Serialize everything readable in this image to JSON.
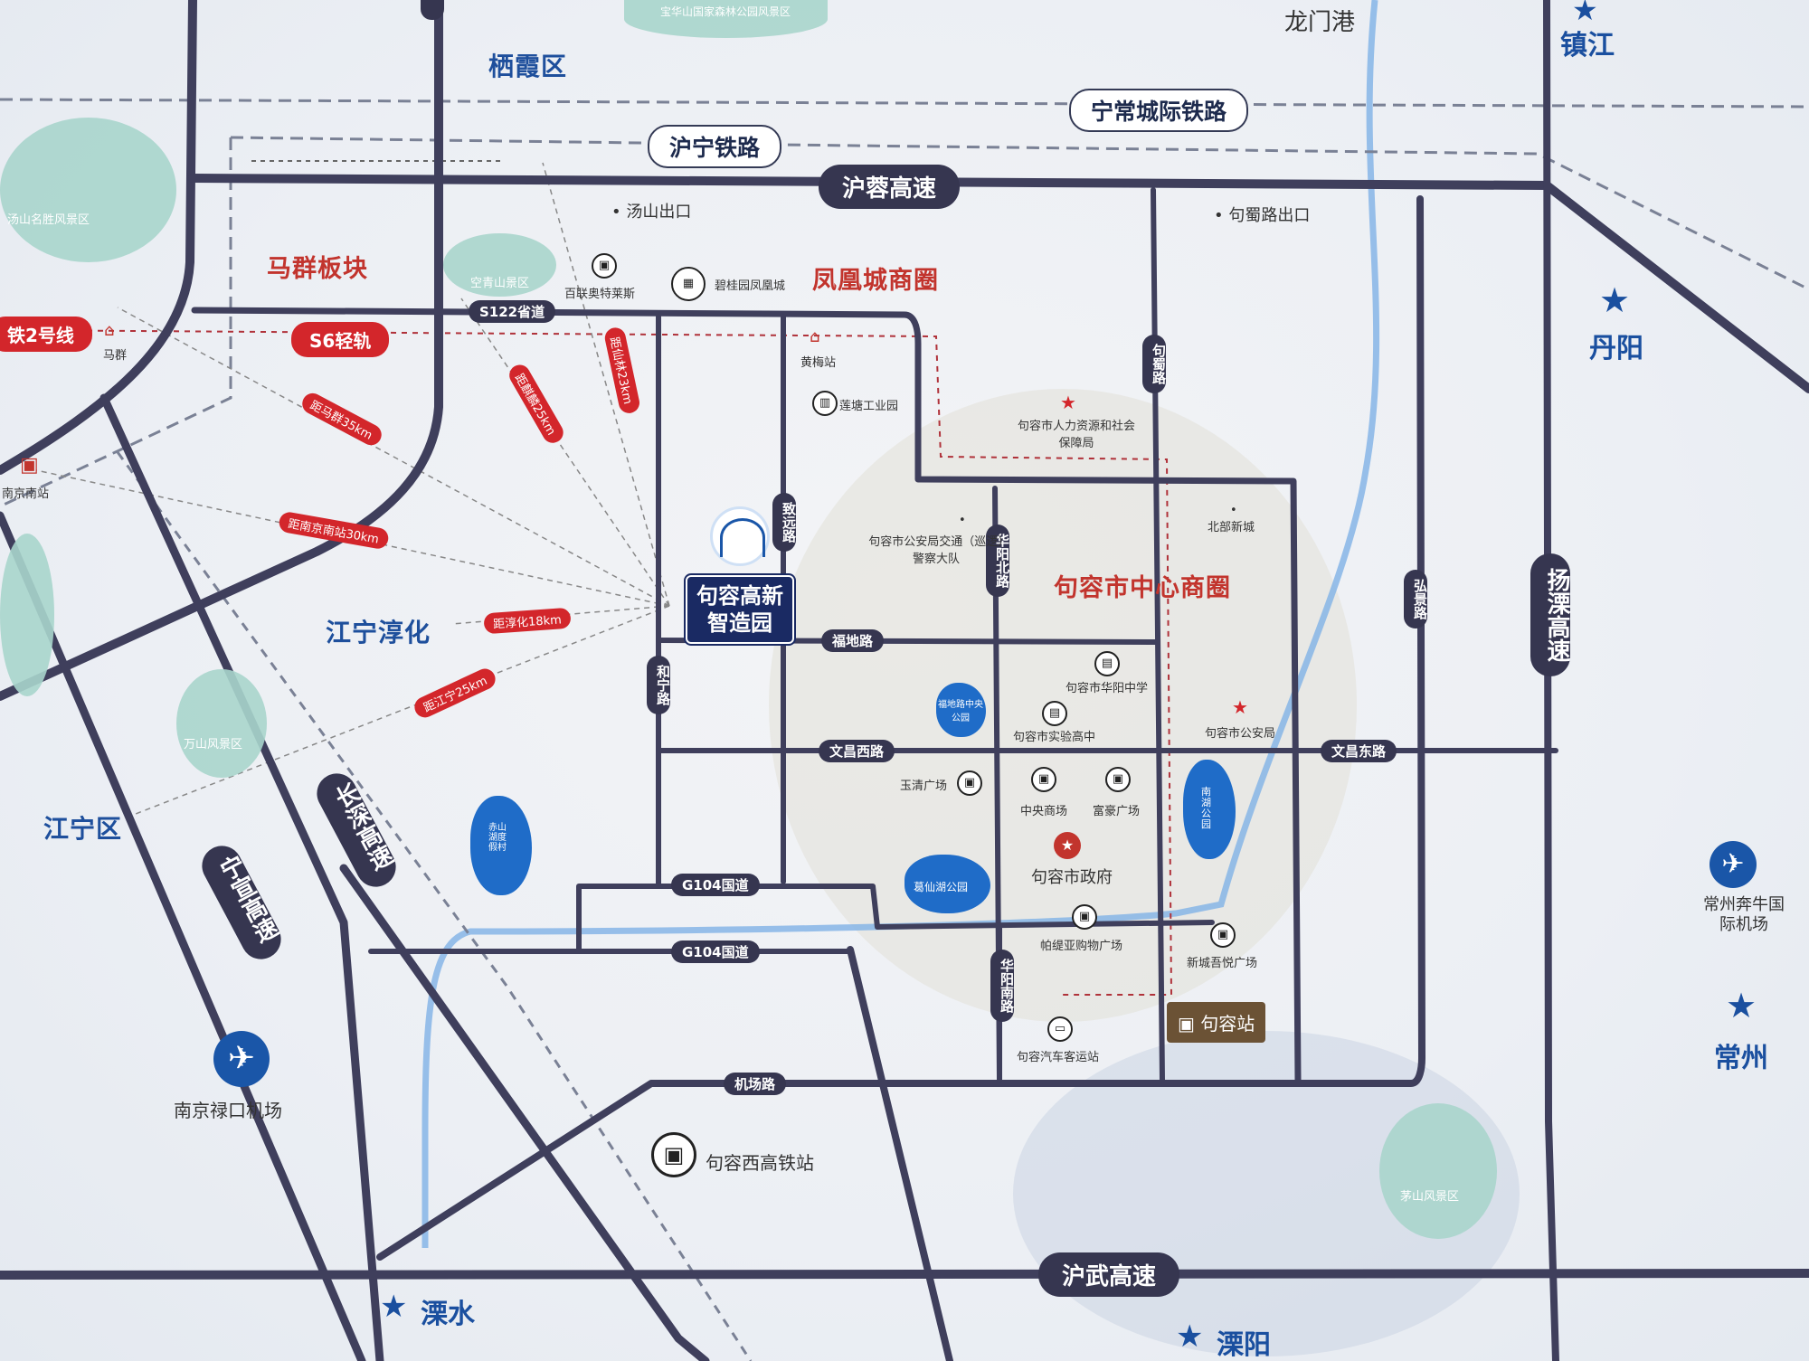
{
  "districts": {
    "qixia": "栖霞区",
    "longmengang": "龙门港",
    "zhenjiang": "镇江",
    "danyang": "丹阳",
    "jiangning_chunhua": "江宁淳化",
    "jiangning": "江宁区",
    "lishui": "溧水",
    "liyang": "溧阳",
    "changzhou": "常州"
  },
  "zones": {
    "maqun": "马群板块",
    "fenghuang": "凤凰城商圈",
    "center": "句容市中心商圈"
  },
  "railways": {
    "ningchang": "宁常城际铁路",
    "huning": "沪宁铁路"
  },
  "expressways": {
    "hurong": "沪蓉高速",
    "huwu": "沪武高速",
    "changshen": "长深高速",
    "ningxuan": "宁宣高速",
    "yangli": "扬溧高速"
  },
  "roads": {
    "s122": "S122省道",
    "g104a": "G104国道",
    "g104b": "G104国道",
    "fudi": "福地路",
    "wenchangxi": "文昌西路",
    "wenchangdong": "文昌东路",
    "jichang": "机场路",
    "zhiyuan": "致远路",
    "huayangbei": "华阳北路",
    "huayangnan": "华阳南路",
    "hening": "和宁路",
    "jushu": "句蜀路",
    "hongjing": "弘景路"
  },
  "metro": {
    "line2": "铁2号线",
    "s6": "S6轻轨"
  },
  "distances": {
    "d1": "距马群35km",
    "d2": "距南京南站30km",
    "d3": "距淳化18km",
    "d4": "距江宁25km",
    "d5": "距麒麟25km",
    "d6": "距仙林23km"
  },
  "hub": {
    "line1": "句容高新",
    "line2": "智造园"
  },
  "pois": {
    "tangshan_exit": "汤山出口",
    "jushu_exit": "句蜀路出口",
    "bailian": "百联奥特莱斯",
    "biguiyuan": "碧桂园凤凰城",
    "huangmei": "黄梅站",
    "lianjie": "莲塘工业园",
    "maqun": "马群",
    "nanjing_south": "南京南站",
    "hr_bureau": "句容市人力资源和社会保障局",
    "police_traffic": "句容市公安局交通（巡逻）警察大队",
    "beibu": "北部新城",
    "huayang_school": "句容市华阳中学",
    "shiyan_school": "句容市实验高中",
    "police": "句容市公安局",
    "yuqing": "玉清广场",
    "zhongyang": "中央商场",
    "fuhao": "富豪广场",
    "government": "句容市政府",
    "bolidiya": "帕缇亚购物广场",
    "xincheng": "新城吾悦广场",
    "bus_station": "句容汽车客运站",
    "jurong_station": "句容站",
    "jurong_west": "句容西高铁站",
    "lukou": "南京禄口机场",
    "benniu": "常州奔牛国际机场"
  },
  "scenic": {
    "baohua": "宝华山国家森林公园风景区",
    "tangshan": "汤山名胜风景区",
    "kongqing": "空青山景区",
    "wanshan": "万山风景区",
    "maoshan": "茅山风景区",
    "fudi_park": "福地路中央公园",
    "gexian": "葛仙湖公园",
    "chisu_lake": "赤山湖度假村",
    "nanjiang_park": "南湖公园"
  },
  "colors": {
    "road": "#3f3f5c",
    "pill": "#363650",
    "river": "#7fb1e6",
    "accent_blue": "#1a4f9f",
    "accent_red": "#c2342d"
  }
}
